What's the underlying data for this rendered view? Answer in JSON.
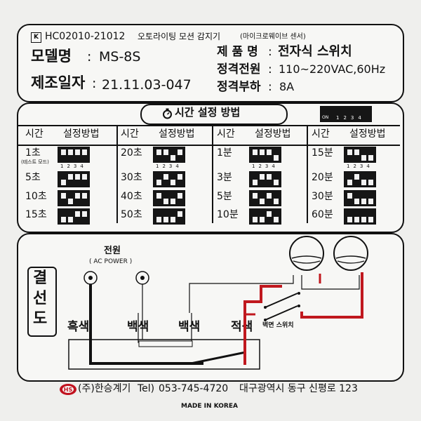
{
  "header": {
    "cert_mark": "K",
    "cert_number": "HC02010-21012",
    "product_description": "오토라이팅 모션 감지기",
    "product_note": "(마이크로웨이브 센서)",
    "model_label": "모델명",
    "model_value": "MS-8S",
    "date_label": "제조일자",
    "date_value": "21.11.03-047",
    "product_name_label": "제 품 명",
    "product_name_value": "전자식 스위치",
    "rated_power_label": "정격전원",
    "rated_power_value": "110~220VAC,60Hz",
    "rated_load_label": "정격부하",
    "rated_load_value": "8A"
  },
  "timer": {
    "title": "시간 설정 방법",
    "dip_legend": {
      "on": "ON",
      "numbers": "1234"
    },
    "col_time": "시간",
    "col_method": "설정방법",
    "dip_numbers": "1234",
    "test_mode": "(테스트 모드)",
    "columns": [
      {
        "rows": [
          {
            "time": "1초",
            "sw": [
              0,
              0,
              0,
              0
            ]
          },
          {
            "time": "5초",
            "sw": [
              1,
              0,
              0,
              0
            ]
          },
          {
            "time": "10초",
            "sw": [
              0,
              1,
              0,
              0
            ]
          },
          {
            "time": "15초",
            "sw": [
              1,
              1,
              0,
              0
            ]
          }
        ]
      },
      {
        "rows": [
          {
            "time": "20초",
            "sw": [
              0,
              0,
              1,
              0
            ]
          },
          {
            "time": "30초",
            "sw": [
              1,
              0,
              1,
              0
            ]
          },
          {
            "time": "40초",
            "sw": [
              0,
              1,
              1,
              0
            ]
          },
          {
            "time": "50초",
            "sw": [
              1,
              1,
              1,
              0
            ]
          }
        ]
      },
      {
        "rows": [
          {
            "time": "1분",
            "sw": [
              0,
              0,
              0,
              1
            ]
          },
          {
            "time": "3분",
            "sw": [
              1,
              0,
              0,
              1
            ]
          },
          {
            "time": "5분",
            "sw": [
              0,
              1,
              0,
              1
            ]
          },
          {
            "time": "10분",
            "sw": [
              1,
              1,
              0,
              1
            ]
          }
        ]
      },
      {
        "rows": [
          {
            "time": "15분",
            "sw": [
              0,
              0,
              1,
              1
            ]
          },
          {
            "time": "20분",
            "sw": [
              1,
              0,
              1,
              1
            ]
          },
          {
            "time": "30분",
            "sw": [
              0,
              1,
              1,
              1
            ]
          },
          {
            "time": "60분",
            "sw": [
              1,
              1,
              1,
              1
            ]
          }
        ]
      }
    ]
  },
  "wiring": {
    "title": "결선도",
    "power_label": "전원",
    "power_sub": "( AC POWER )",
    "wire_black": "흑색",
    "wire_white_1": "백색",
    "wire_white_2": "백색",
    "wire_red": "적색",
    "wall_switch": "벽면 스위치"
  },
  "footer": {
    "company": "(주)한승계기",
    "tel_label": "Tel)",
    "tel": "053-745-4720",
    "address": "대구광역시 동구 신평로 123",
    "made_in": "MADE IN KOREA"
  },
  "colors": {
    "red_wire": "#c0181e",
    "black": "#111111",
    "logo_red": "#c1121f"
  }
}
